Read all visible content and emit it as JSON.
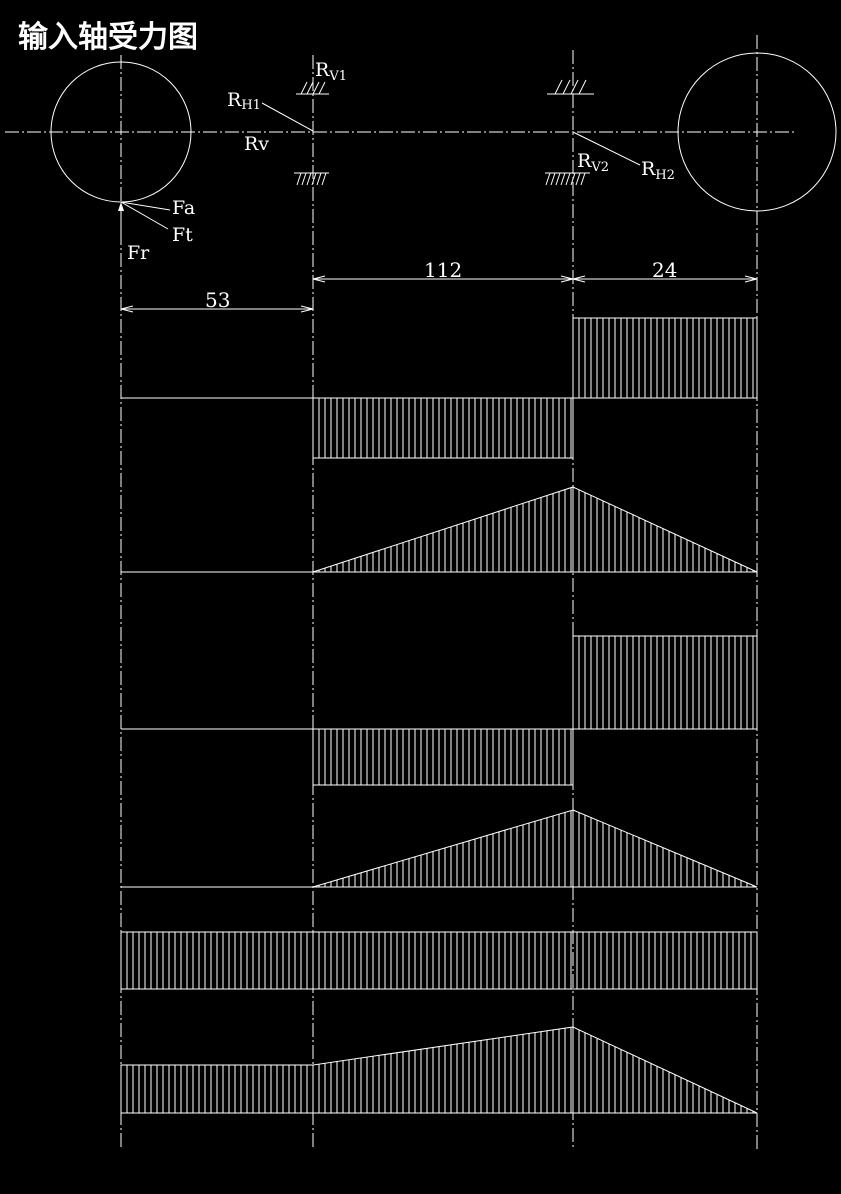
{
  "title": "输入轴受力图",
  "colors": {
    "background": "#000000",
    "line": "#ffffff",
    "title": "#ffff33"
  },
  "labels": {
    "rv1_main": "R",
    "rv1_sub": "V1",
    "rh1_main": "R",
    "rh1_sub": "H1",
    "rv": "Rv",
    "rv2_main": "R",
    "rv2_sub": "V2",
    "rh2_main": "R",
    "rh2_sub": "H2",
    "fa": "Fa",
    "ft": "Ft",
    "fr": "Fr"
  },
  "dimensions": {
    "d1": "53",
    "d2": "112",
    "d3": "24"
  }
}
